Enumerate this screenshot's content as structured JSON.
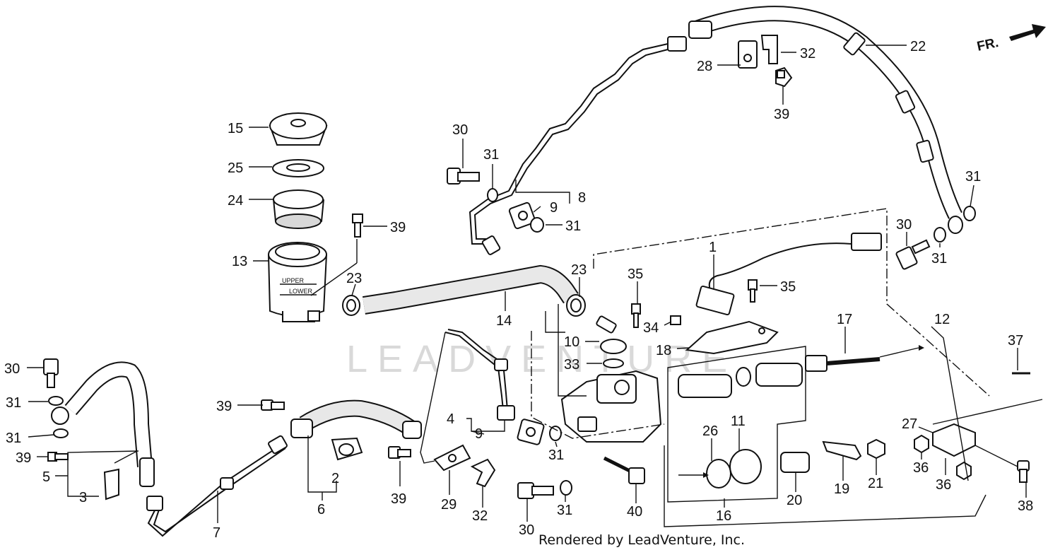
{
  "diagram": {
    "direction_marker": "FR.",
    "watermark": "LEADVENTURE",
    "credit": "Rendered by LeadVenture, Inc.",
    "reservoir_marks": {
      "upper": "UPPER",
      "lower": "LOWER"
    },
    "callouts": [
      {
        "id": "c15",
        "text": "15"
      },
      {
        "id": "c25",
        "text": "25"
      },
      {
        "id": "c24",
        "text": "24"
      },
      {
        "id": "c13",
        "text": "13"
      },
      {
        "id": "c39a",
        "text": "39"
      },
      {
        "id": "c23a",
        "text": "23"
      },
      {
        "id": "c14",
        "text": "14"
      },
      {
        "id": "c30a",
        "text": "30"
      },
      {
        "id": "c31a",
        "text": "31"
      },
      {
        "id": "c8",
        "text": "8"
      },
      {
        "id": "c9a",
        "text": "9"
      },
      {
        "id": "c31b",
        "text": "31"
      },
      {
        "id": "c23b",
        "text": "23"
      },
      {
        "id": "c28",
        "text": "28"
      },
      {
        "id": "c32a",
        "text": "32"
      },
      {
        "id": "c39b",
        "text": "39"
      },
      {
        "id": "c22",
        "text": "22"
      },
      {
        "id": "c31c",
        "text": "31"
      },
      {
        "id": "c30b",
        "text": "30"
      },
      {
        "id": "c31d",
        "text": "31"
      },
      {
        "id": "c1",
        "text": "1"
      },
      {
        "id": "c35a",
        "text": "35"
      },
      {
        "id": "c35b",
        "text": "35"
      },
      {
        "id": "c34",
        "text": "34"
      },
      {
        "id": "c10",
        "text": "10"
      },
      {
        "id": "c18",
        "text": "18"
      },
      {
        "id": "c33",
        "text": "33"
      },
      {
        "id": "c17",
        "text": "17"
      },
      {
        "id": "c12",
        "text": "12"
      },
      {
        "id": "c37",
        "text": "37"
      },
      {
        "id": "c30c",
        "text": "30"
      },
      {
        "id": "c31e",
        "text": "31"
      },
      {
        "id": "c31f",
        "text": "31"
      },
      {
        "id": "c39c",
        "text": "39"
      },
      {
        "id": "c5",
        "text": "5"
      },
      {
        "id": "c3",
        "text": "3"
      },
      {
        "id": "c39d",
        "text": "39"
      },
      {
        "id": "c4",
        "text": "4"
      },
      {
        "id": "c9b",
        "text": "9"
      },
      {
        "id": "c31g",
        "text": "31"
      },
      {
        "id": "c2",
        "text": "2"
      },
      {
        "id": "c6",
        "text": "6"
      },
      {
        "id": "c7",
        "text": "7"
      },
      {
        "id": "c39e",
        "text": "39"
      },
      {
        "id": "c29",
        "text": "29"
      },
      {
        "id": "c32b",
        "text": "32"
      },
      {
        "id": "c30d",
        "text": "30"
      },
      {
        "id": "c31h",
        "text": "31"
      },
      {
        "id": "c40",
        "text": "40"
      },
      {
        "id": "c26",
        "text": "26"
      },
      {
        "id": "c11",
        "text": "11"
      },
      {
        "id": "c16",
        "text": "16"
      },
      {
        "id": "c20",
        "text": "20"
      },
      {
        "id": "c19",
        "text": "19"
      },
      {
        "id": "c21",
        "text": "21"
      },
      {
        "id": "c27",
        "text": "27"
      },
      {
        "id": "c36a",
        "text": "36"
      },
      {
        "id": "c36b",
        "text": "36"
      },
      {
        "id": "c38",
        "text": "38"
      }
    ]
  }
}
